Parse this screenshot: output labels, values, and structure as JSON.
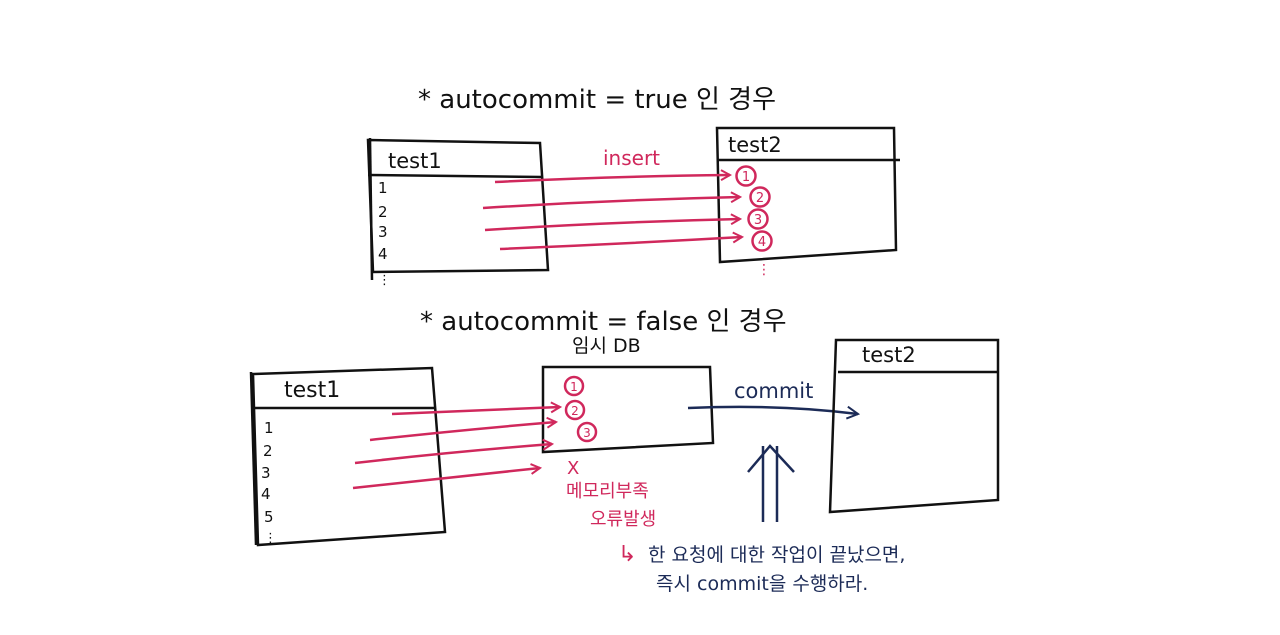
{
  "colors": {
    "ink": "#111111",
    "red": "#d0285c",
    "navy": "#1c2b57"
  },
  "section_true": {
    "title": "* autocommit = true 인 경우",
    "left_table": {
      "name": "test1",
      "rows": [
        "1",
        "2",
        "3",
        "4",
        "⋮"
      ]
    },
    "right_table": {
      "name": "test2",
      "rows": [
        "1",
        "2",
        "3",
        "4",
        "⋮"
      ]
    },
    "arrow_label": "insert"
  },
  "section_false": {
    "title": "* autocommit = false 인 경우",
    "left_table": {
      "name": "test1",
      "rows": [
        "1",
        "2",
        "3",
        "4",
        "5",
        "⋮"
      ]
    },
    "temp_db": {
      "name": "임시 DB",
      "rows": [
        "1",
        "2",
        "3"
      ]
    },
    "right_table": {
      "name": "test2"
    },
    "arrow_label": "commit",
    "error_mark": "X",
    "error_note": [
      "메모리부족",
      "오류발생"
    ],
    "advice_prefix": "↳",
    "advice": [
      "한 요청에 대한 작업이 끝났으면,",
      "즉시 commit을 수행하라."
    ]
  }
}
